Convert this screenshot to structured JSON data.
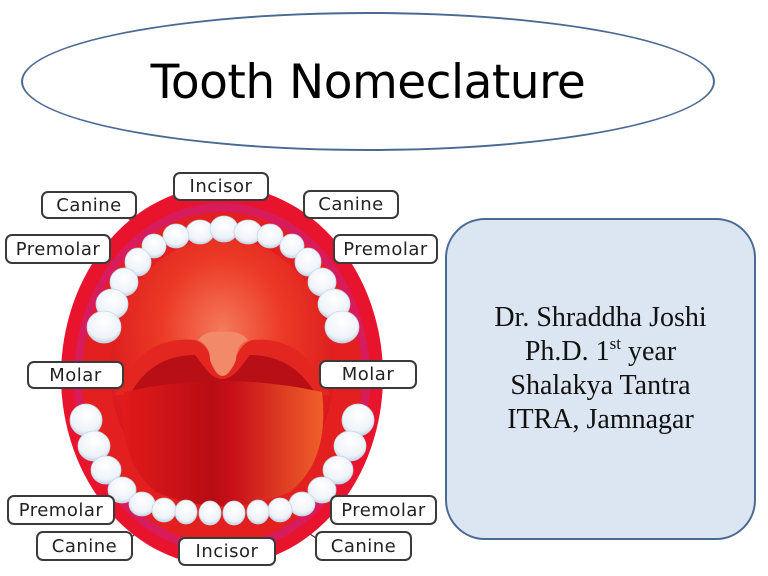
{
  "slide": {
    "title": "Tooth Nomeclature"
  },
  "diagram": {
    "labels": {
      "incisor_top": "Incisor",
      "canine_top_left": "Canine",
      "canine_top_right": "Canine",
      "premolar_top_left": "Premolar",
      "premolar_top_right": "Premolar",
      "molar_left": "Molar",
      "molar_right": "Molar",
      "premolar_bottom_left": "Premolar",
      "premolar_bottom_right": "Premolar",
      "canine_bottom_left": "Canine",
      "canine_bottom_right": "Canine",
      "incisor_bottom": "Incisor"
    },
    "colors": {
      "lip": "#e8142e",
      "lip_inner": "#d81b5a",
      "mouth": "#e3201f",
      "tongue": "#d01818",
      "teeth": "#f4f8fc"
    }
  },
  "author": {
    "name": "Dr. Shraddha Joshi",
    "degree_prefix": "Ph.D. 1",
    "degree_sup": "st",
    "degree_suffix": " year",
    "department": "Shalakya Tantra",
    "institution": "ITRA, Jamnagar"
  }
}
